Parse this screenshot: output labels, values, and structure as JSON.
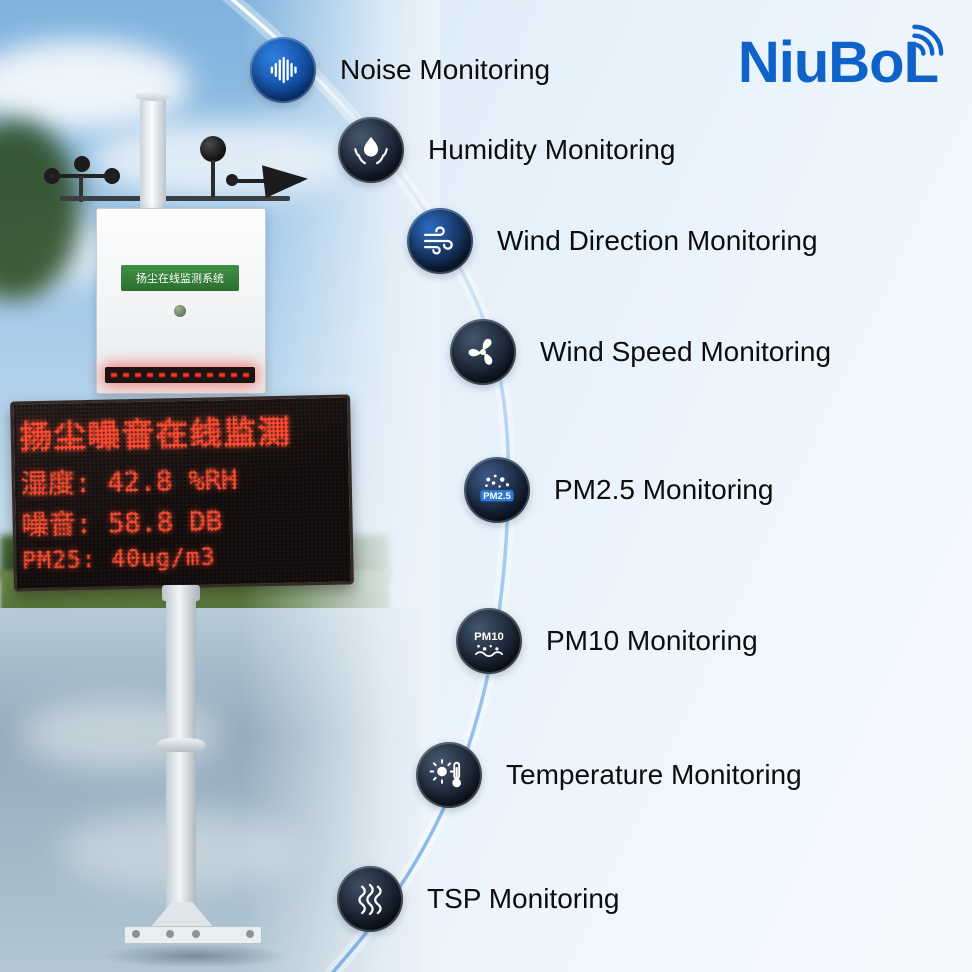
{
  "brand": {
    "name": "NiuBoL",
    "color": "#0f62c8",
    "signal_icon": "signal-waves-icon"
  },
  "features": [
    {
      "icon": "noise-icon",
      "label": "Noise Monitoring",
      "bg": [
        "#2f80e0",
        "#0a3d8c"
      ]
    },
    {
      "icon": "humidity-icon",
      "label": "Humidity Monitoring",
      "bg": [
        "#46586e",
        "#0e1624"
      ]
    },
    {
      "icon": "wind-direction-icon",
      "label": "Wind Direction Monitoring",
      "bg": [
        "#2d6cc0",
        "#0b1a33"
      ]
    },
    {
      "icon": "wind-speed-icon",
      "label": "Wind Speed Monitoring",
      "bg": [
        "#44566c",
        "#0d1522"
      ]
    },
    {
      "icon": "pm25-icon",
      "label": "PM2.5 Monitoring",
      "icon_text": "PM2.5",
      "bg": [
        "#3c5a86",
        "#0c1626"
      ]
    },
    {
      "icon": "pm10-icon",
      "label": "PM10 Monitoring",
      "icon_text": "PM10",
      "bg": [
        "#44566c",
        "#0d1522"
      ]
    },
    {
      "icon": "temperature-icon",
      "label": "Temperature Monitoring",
      "bg": [
        "#46586e",
        "#0e1624"
      ]
    },
    {
      "icon": "tsp-icon",
      "label": "TSP Monitoring",
      "bg": [
        "#3e4e62",
        "#0c141f"
      ]
    }
  ],
  "station": {
    "cabinet_label": "扬尘在线监测系统",
    "led_lines": [
      "扬尘噪音在线监测",
      "湿度: 42.8 %RH",
      "噪音: 58.8 DB",
      "PM25: 40ug/m3"
    ]
  }
}
